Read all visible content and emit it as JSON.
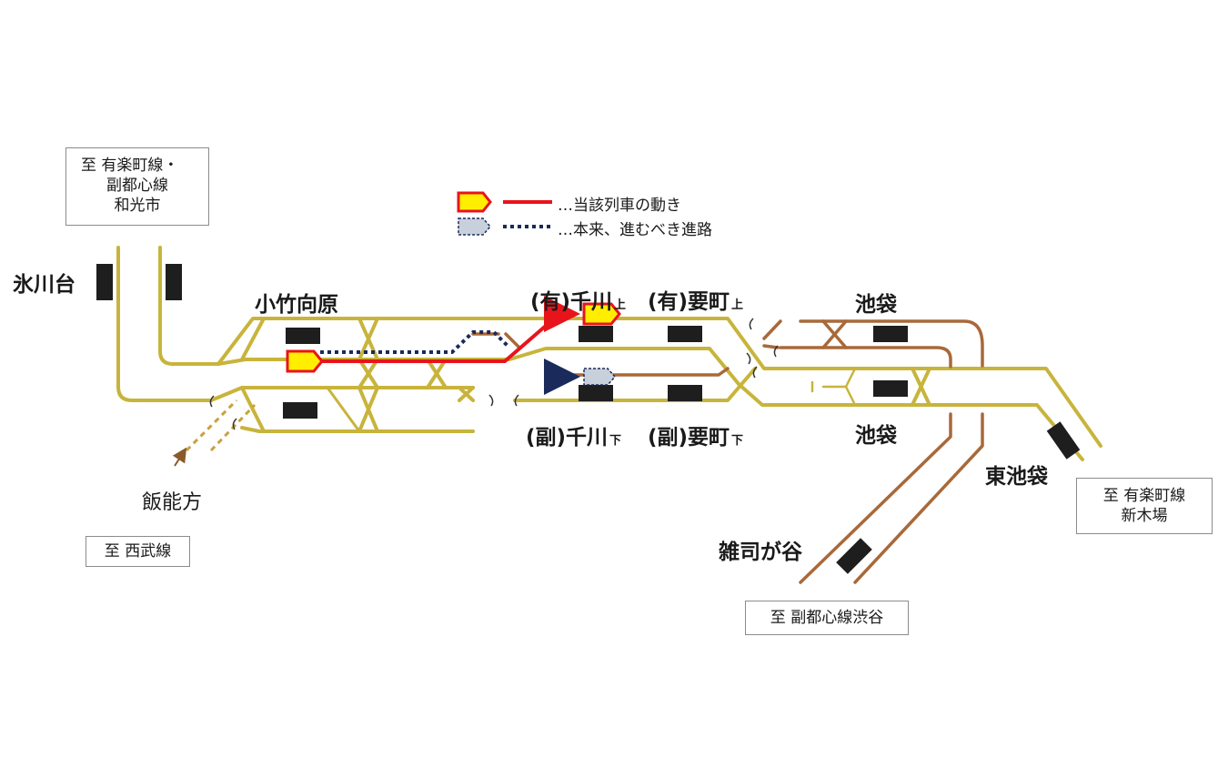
{
  "destinations": {
    "wakoshi": {
      "lines": [
        "至 有楽町線・",
        "副都心線",
        "和光市"
      ]
    },
    "seibu": {
      "lines": [
        "至 西武線"
      ]
    },
    "shibuya": {
      "lines": [
        "至 副都心線渋谷"
      ]
    },
    "shinkiba": {
      "lines": [
        "至 有楽町線",
        "新木場"
      ]
    }
  },
  "stations": {
    "hikawadai": "氷川台",
    "kotakemukaihara": "小竹向原",
    "senkawa_yu": {
      "main": "(有)千川",
      "suffix": "上"
    },
    "kanamecho_yu": {
      "main": "(有)要町",
      "suffix": "上"
    },
    "ikebukuro_upper": "池袋",
    "senkawa_fuku": {
      "main": "(副)千川",
      "suffix": "下"
    },
    "kanamecho_fuku": {
      "main": "(副)要町",
      "suffix": "下"
    },
    "ikebukuro_lower": "池袋",
    "higashi_ikebukuro": "東池袋",
    "zoshigaya": "雑司が谷"
  },
  "direction_label": "飯能方",
  "legend": {
    "actual": "…当該列車の動き",
    "planned": "…本来、進むべき進路"
  },
  "colors": {
    "yurakucho_track": "#c8b43c",
    "yurakucho_track_dark": "#b8a02c",
    "fukutoshin_track": "#a8693a",
    "actual_route": "#e8141c",
    "planned_route": "#1a2a5a",
    "train_fill": "#ffee00",
    "ghost_fill": "#c8d0dc",
    "platform": "#1e1e1e"
  }
}
